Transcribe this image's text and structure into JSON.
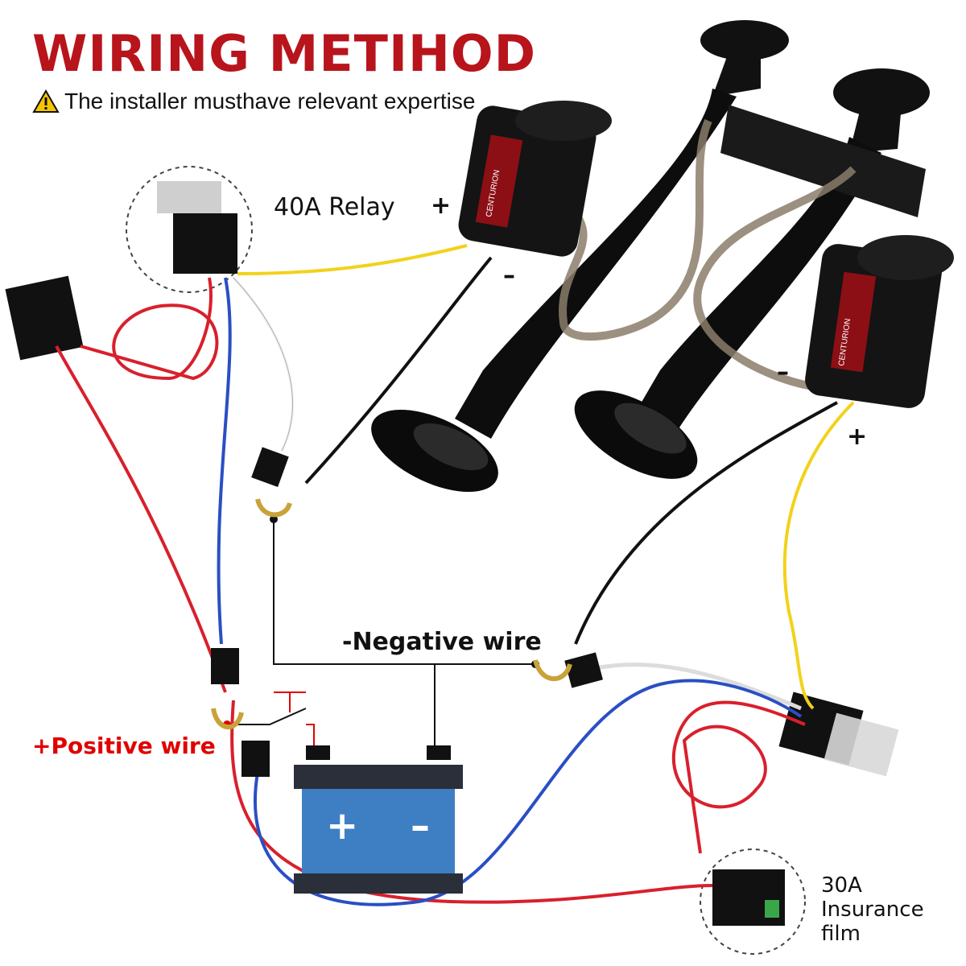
{
  "header": {
    "title": "WIRING METIHOD",
    "warning_icon": "warning-triangle-icon",
    "warning_text": "The installer musthave relevant expertise"
  },
  "labels": {
    "relay": "40A Relay",
    "negative_wire": "-Negative wire",
    "positive_wire": "+Positive wire",
    "fuse": "30A Insurance film",
    "plus": "+",
    "minus": "–"
  },
  "battery": {
    "plus": "+",
    "minus": "–"
  },
  "compressor": {
    "brand": "CENTURION"
  },
  "colors": {
    "title": "#b8141c",
    "positive_label": "#e00000",
    "wire_red": "#d8202c",
    "wire_blue": "#2a4fc4",
    "wire_yellow": "#f2d21a",
    "wire_black": "#111111",
    "battery": "#3e7fc4"
  }
}
